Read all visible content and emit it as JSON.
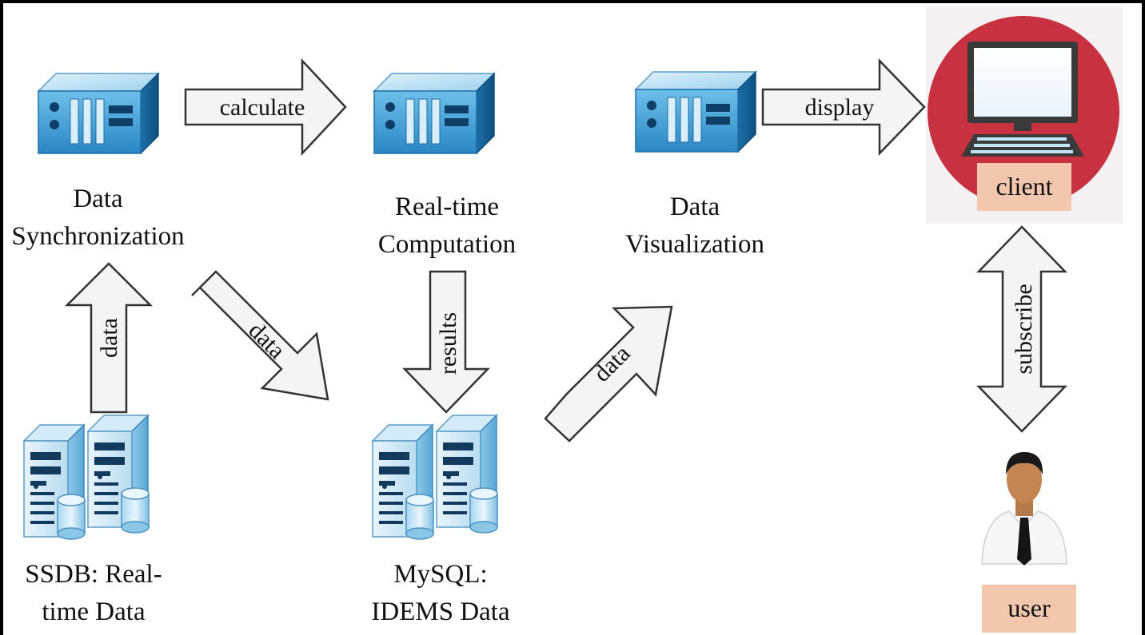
{
  "nodes": {
    "data_sync": {
      "label_line1": "Data",
      "label_line2": "Synchronization"
    },
    "realtime_comp": {
      "label_line1": "Real-time",
      "label_line2": "Computation"
    },
    "data_vis": {
      "label_line1": "Data",
      "label_line2": "Visualization"
    },
    "ssdb": {
      "label_line1": "SSDB: Real-",
      "label_line2": "time Data"
    },
    "mysql": {
      "label_line1": "MySQL:",
      "label_line2": "IDEMS Data"
    },
    "client": {
      "label": "client"
    },
    "user": {
      "label": "user"
    }
  },
  "arrows": {
    "calculate": "calculate",
    "display": "display",
    "data_up": "data",
    "data_diag_down": "data",
    "results": "results",
    "data_diag_up": "data",
    "subscribe": "subscribe"
  },
  "colors": {
    "client_circle": "#c8313f",
    "tag_fill": "#f3c7ae",
    "server_blue": "#4aa3d8",
    "arrow_fill": "#f4f4f4"
  }
}
